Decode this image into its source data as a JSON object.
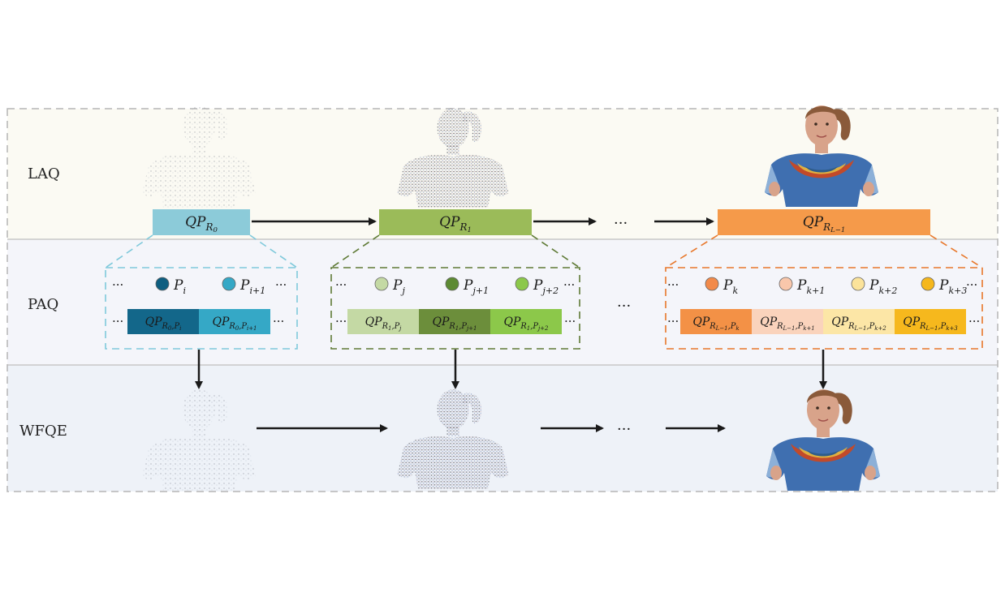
{
  "rows": [
    {
      "key": "laq",
      "label": "LAQ",
      "bg": "#fbfaf3"
    },
    {
      "key": "paq",
      "label": "PAQ",
      "bg": "#f4f5fa"
    },
    {
      "key": "wfqe",
      "label": "WFQE",
      "bg": "#eef2f8"
    }
  ],
  "border_color": "#b5b5b5",
  "ellipsis": "···",
  "laq": {
    "blocks": [
      {
        "base": "QP",
        "sub": "R",
        "subsub": "0",
        "color": "#8ccbd9"
      },
      {
        "base": "QP",
        "sub": "R",
        "subsub": "1",
        "color": "#9bbb59"
      },
      {
        "base": "QP",
        "sub": "R",
        "subsub": "L−1",
        "color": "#f59a4a"
      }
    ]
  },
  "paq": {
    "groups": [
      {
        "dash_color": "#7fc9db",
        "points": [
          {
            "p": "P",
            "sub": "i",
            "color": "#0e5e80"
          },
          {
            "p": "P",
            "sub": "i+1",
            "color": "#35a8c6"
          }
        ],
        "cells": [
          {
            "base": "QP",
            "r": "R",
            "rs": "0",
            "p": "P",
            "ps": "i",
            "color": "#13678a"
          },
          {
            "base": "QP",
            "r": "R",
            "rs": "0",
            "p": "P",
            "ps": "i+1",
            "color": "#35a8c6"
          }
        ]
      },
      {
        "dash_color": "#5e7a35",
        "points": [
          {
            "p": "P",
            "sub": "j",
            "color": "#c4d9a4"
          },
          {
            "p": "P",
            "sub": "j+1",
            "color": "#5d8a33"
          },
          {
            "p": "P",
            "sub": "j+2",
            "color": "#8cc84a"
          }
        ],
        "cells": [
          {
            "base": "QP",
            "r": "R",
            "rs": "1",
            "p": "P",
            "ps": "j",
            "color": "#c4d9a4"
          },
          {
            "base": "QP",
            "r": "R",
            "rs": "1",
            "p": "P",
            "ps": "j+1",
            "color": "#6c8e3b"
          },
          {
            "base": "QP",
            "r": "R",
            "rs": "1",
            "p": "P",
            "ps": "j+2",
            "color": "#8cc84a"
          }
        ]
      },
      {
        "dash_color": "#e8772a",
        "points": [
          {
            "p": "P",
            "sub": "k",
            "color": "#f28a4a"
          },
          {
            "p": "P",
            "sub": "k+1",
            "color": "#f9c7ab"
          },
          {
            "p": "P",
            "sub": "k+2",
            "color": "#fbe39a"
          },
          {
            "p": "P",
            "sub": "k+3",
            "color": "#f5b71c"
          }
        ],
        "cells": [
          {
            "base": "QP",
            "r": "R",
            "rs": "L−1",
            "p": "P",
            "ps": "k",
            "color": "#f39146"
          },
          {
            "base": "QP",
            "r": "R",
            "rs": "L−1",
            "p": "P",
            "ps": "k+1",
            "color": "#fad3bc"
          },
          {
            "base": "QP",
            "r": "R",
            "rs": "L−1",
            "p": "P",
            "ps": "k+2",
            "color": "#fce6a6"
          },
          {
            "base": "QP",
            "r": "R",
            "rs": "L−1",
            "p": "P",
            "ps": "k+3",
            "color": "#f6b81d"
          }
        ]
      }
    ]
  },
  "figures": {
    "skin": "#d8a38a",
    "hair": "#8a5a3a",
    "dress_colors": [
      "#3f6fb0",
      "#c24a2a",
      "#e0b040",
      "#2e5c8a",
      "#8cb0d8"
    ]
  }
}
